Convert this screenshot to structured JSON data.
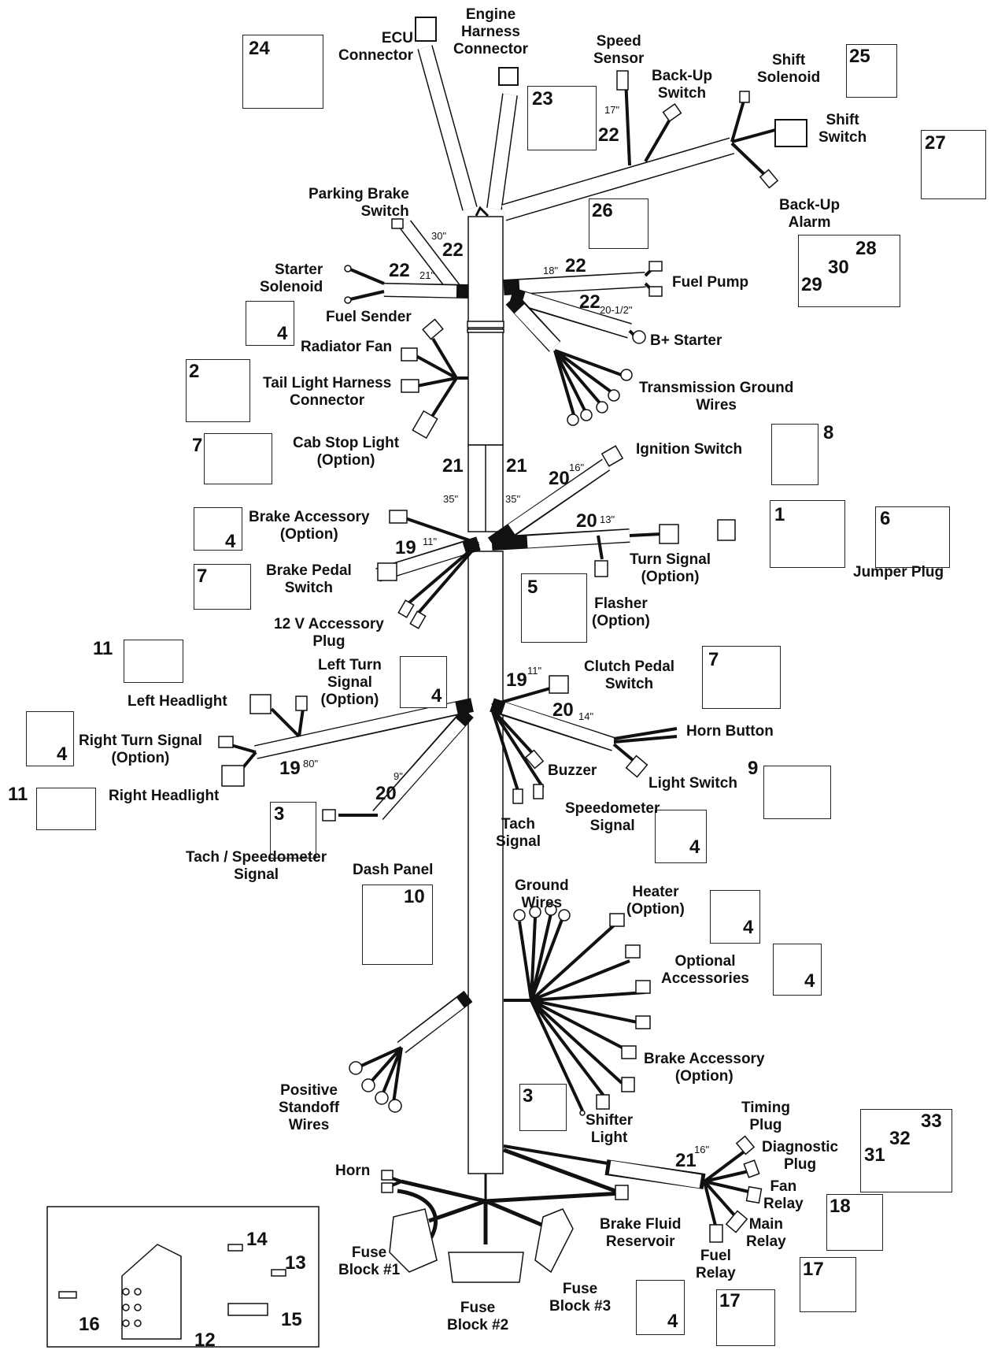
{
  "labels": {
    "ecu": "ECU\nConnector",
    "engine": "Engine\nHarness\nConnector",
    "speed": "Speed\nSensor",
    "backup_switch": "Back-Up\nSwitch",
    "shift_solenoid": "Shift\nSolenoid",
    "shift_switch": "Shift\nSwitch",
    "backup_alarm": "Back-Up\nAlarm",
    "parking_brake": "Parking Brake\nSwitch",
    "starter_solenoid": "Starter\nSolenoid",
    "fuel_pump": "Fuel Pump",
    "fuel_sender": "Fuel Sender",
    "radiator_fan": "Radiator Fan",
    "tail_light": "Tail Light Harness\nConnector",
    "b_starter": "B+ Starter",
    "trans_ground": "Transmission Ground\nWires",
    "cab_stop": "Cab Stop Light\n(Option)",
    "ignition": "Ignition Switch",
    "brake_acc": "Brake Accessory\n(Option)",
    "brake_pedal": "Brake Pedal\nSwitch",
    "turn_signal": "Turn Signal\n(Option)",
    "jumper_plug": "Jumper Plug",
    "flasher": "Flasher\n(Option)",
    "accessory_plug": "12 V Accessory\nPlug",
    "left_turn": "Left Turn\nSignal\n(Option)",
    "clutch_pedal": "Clutch Pedal\nSwitch",
    "left_headlight": "Left Headlight",
    "horn_button": "Horn Button",
    "right_turn": "Right Turn Signal\n(Option)",
    "buzzer": "Buzzer",
    "light_switch": "Light Switch",
    "right_headlight": "Right Headlight",
    "speedo_signal": "Speedometer\nSignal",
    "tach_signal": "Tach\nSignal",
    "tach_speedo": "Tach / Speedometer\nSignal",
    "dash_panel": "Dash Panel",
    "ground_wires": "Ground\nWires",
    "heater": "Heater\n(Option)",
    "optional_acc": "Optional\nAccessories",
    "brake_acc2": "Brake Accessory\n(Option)",
    "positive_standoff": "Positive\nStandoff\nWires",
    "shifter_light": "Shifter\nLight",
    "timing_plug": "Timing\nPlug",
    "diagnostic_plug": "Diagnostic\nPlug",
    "fan_relay": "Fan\nRelay",
    "main_relay": "Main\nRelay",
    "fuel_relay": "Fuel\nRelay",
    "horn": "Horn",
    "brake_fluid": "Brake Fluid\nReservoir",
    "fuse1": "Fuse\nBlock #1",
    "fuse2": "Fuse\nBlock #2",
    "fuse3": "Fuse\nBlock #3"
  },
  "segment_numbers": {
    "s22a": "22",
    "s22b": "22",
    "s22c": "22",
    "s22d": "22",
    "s22e": "22",
    "s21a": "21",
    "s21b": "21",
    "s20a": "20",
    "s20b": "20",
    "s19a": "19",
    "s19b": "19",
    "s20c": "20",
    "s19c": "19",
    "s20d": "20",
    "s21c": "21"
  },
  "lengths": {
    "l17": "17\"",
    "l30": "30\"",
    "l21": "21\"",
    "l18": "18\"",
    "l20half": "20-1/2\"",
    "l35a": "35\"",
    "l35b": "35\"",
    "l16a": "16\"",
    "l13": "13\"",
    "l11a": "11\"",
    "l11b": "11\"",
    "l14": "14\"",
    "l80": "80\"",
    "l9": "9\"",
    "l16b": "16\""
  },
  "callouts": {
    "c24": "24",
    "c23": "23",
    "c25": "25",
    "c27": "27",
    "c26": "26",
    "c28": "28",
    "c29": "29",
    "c30": "30",
    "c4a": "4",
    "c2": "2",
    "c7a": "7",
    "c8": "8",
    "c4b": "4",
    "c7b": "7",
    "c1": "1",
    "c6": "6",
    "c5": "5",
    "c11a": "11",
    "c4c": "4",
    "c7c": "7",
    "c4d": "4",
    "c9": "9",
    "c11b": "11",
    "c3a": "3",
    "c4e": "4",
    "c10": "10",
    "c4f": "4",
    "c4g": "4",
    "c3b": "3",
    "c31": "31",
    "c32": "32",
    "c33": "33",
    "c18": "18",
    "c17a": "17",
    "c17b": "17",
    "c4h": "4",
    "c14": "14",
    "c13": "13",
    "c16": "16",
    "c15": "15",
    "c12": "12"
  }
}
